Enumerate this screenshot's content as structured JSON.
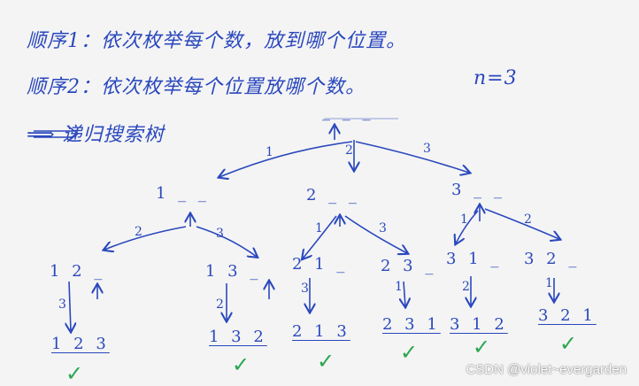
{
  "notes": {
    "line1": "顺序1：依次枚举每个数，放到哪个位置。",
    "line2": "顺序2：依次枚举每个位置放哪个数。",
    "n_value": "n=3",
    "method": "⟹ 递归搜索树"
  },
  "tree": {
    "root": "_ _ _",
    "edges_level1": [
      "1",
      "2",
      "3"
    ],
    "level1": [
      "1 _ _",
      "2 _ _",
      "3 _ _"
    ],
    "edges_level2": [
      "2",
      "3",
      "1",
      "3",
      "1",
      "2"
    ],
    "level2": [
      "1 2 _",
      "1 3 _",
      "2 1 _",
      "2 3 _",
      "3 1 _",
      "3 2 _"
    ],
    "edges_level3": [
      "3",
      "2",
      "3",
      "1",
      "2",
      "1"
    ],
    "leaves": [
      "1 2 3",
      "1 3 2",
      "2 1 3",
      "2 3 1",
      "3 1 2",
      "3 2 1"
    ],
    "check_mark": "✓"
  },
  "watermark": "CSDN @violet~evergarden",
  "colors": {
    "ink": "#2a48bd",
    "check": "#2aa64f",
    "background": "#f4f4f4"
  }
}
